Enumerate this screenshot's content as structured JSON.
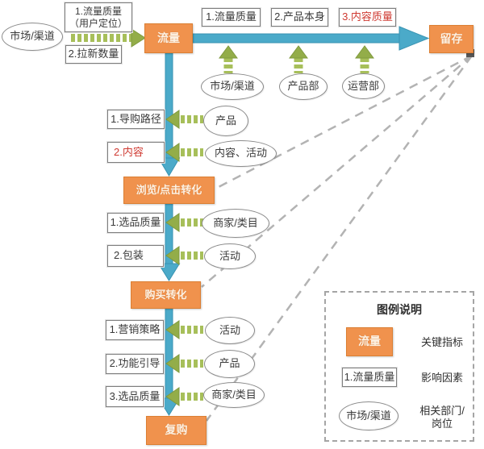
{
  "colors": {
    "stage_orange": "#F0924D",
    "stage_border": "#DB7F33",
    "flow_blue": "#4BAAC9",
    "factor_green": "#A7BF5A",
    "alert_red": "#CF3A32",
    "connector_gray": "#B3B3B3"
  },
  "acquisition": {
    "source": "市场/渠道",
    "factor1_line1": "1.流量质量",
    "factor1_line2": "（用户定位）",
    "factor2": "2.拉新数量"
  },
  "stages": {
    "traffic": "流量",
    "browse": "浏览/点击转化",
    "purchase": "购买转化",
    "repurchase": "复购",
    "retention": "留存"
  },
  "retention": {
    "factors": [
      "1.流量质量",
      "2.产品本身",
      "3.内容质量"
    ],
    "departments": [
      "市场/渠道",
      "产品部",
      "运营部"
    ]
  },
  "rows": [
    {
      "factor": "1.导购路径",
      "owner": "产品"
    },
    {
      "factor": "2.内容",
      "owner": "内容、活动"
    },
    {
      "factor": "1.选品质量",
      "owner": "商家/类目"
    },
    {
      "factor": "2.包装",
      "owner": "活动"
    },
    {
      "factor": "1.营销策略",
      "owner": "活动"
    },
    {
      "factor": "2.功能引导",
      "owner": "产品"
    },
    {
      "factor": "3.选品质量",
      "owner": "商家/类目"
    }
  ],
  "legend": {
    "title": "图例说明",
    "stage_sample": "流量",
    "stage_desc": "关键指标",
    "factor_sample": "1.流量质量",
    "factor_desc": "影响因素",
    "dept_sample": "市场/渠道",
    "dept_desc": "相关部门/岗位"
  }
}
